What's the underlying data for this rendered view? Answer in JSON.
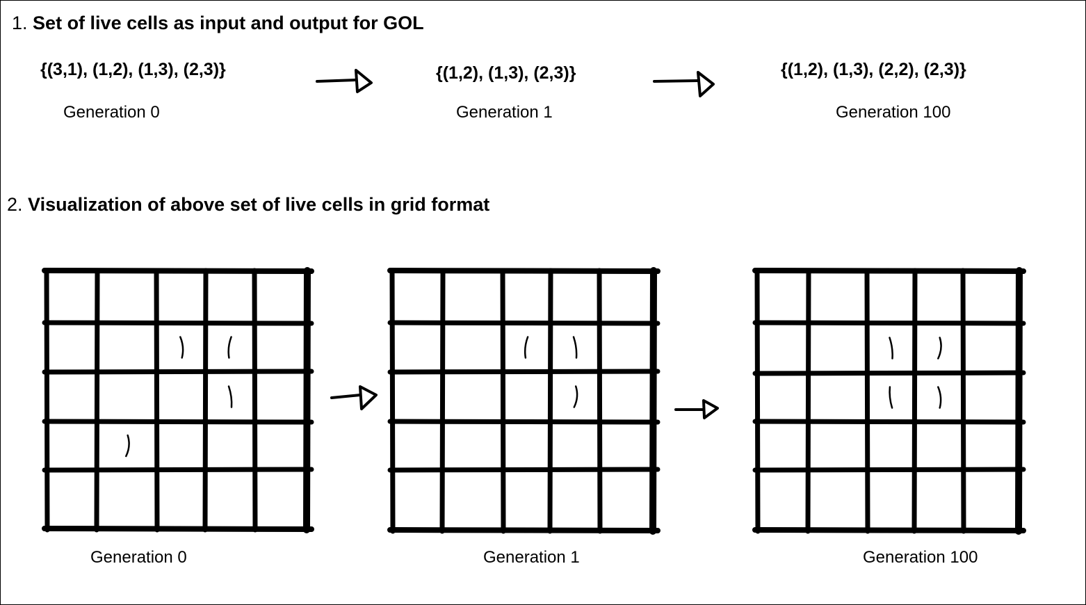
{
  "section1": {
    "number": "1.",
    "title": "Set of live cells as input and output for GOL"
  },
  "section2": {
    "number": "2.",
    "title": "Visualization of above set of live cells in grid format"
  },
  "sets": [
    {
      "cells_text": "{(3,1), (1,2), (1,3), (2,3)}",
      "label": "Generation 0"
    },
    {
      "cells_text": "{(1,2), (1,3), (2,3)}",
      "label": "Generation 1"
    },
    {
      "cells_text": "{(1,2), (1,3), (2,2), (2,3)}",
      "label": "Generation 100"
    }
  ],
  "grids": [
    {
      "label": "Generation 0",
      "rows": 5,
      "cols": 5,
      "marked_cells": [
        [
          1,
          2
        ],
        [
          1,
          3
        ],
        [
          2,
          3
        ],
        [
          3,
          1
        ]
      ]
    },
    {
      "label": "Generation 1",
      "rows": 5,
      "cols": 5,
      "marked_cells": [
        [
          1,
          2
        ],
        [
          1,
          3
        ],
        [
          2,
          3
        ]
      ]
    },
    {
      "label": "Generation 100",
      "rows": 5,
      "cols": 5,
      "marked_cells": [
        [
          1,
          2
        ],
        [
          1,
          3
        ],
        [
          2,
          2
        ],
        [
          2,
          3
        ]
      ]
    }
  ],
  "colors": {
    "ink": "#000000",
    "background": "#ffffff"
  }
}
